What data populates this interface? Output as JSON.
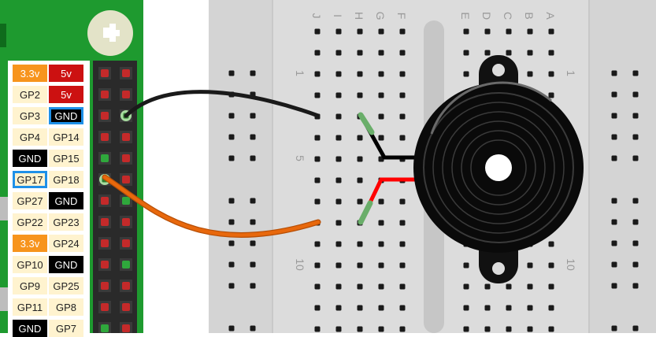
{
  "diagram": {
    "column_letters_left": [
      "J",
      "I",
      "H",
      "G",
      "F"
    ],
    "column_letters_right": [
      "E",
      "D",
      "C",
      "B",
      "A"
    ],
    "row_numbers": [
      "1",
      "5",
      "10"
    ],
    "header_labels": [
      [
        "3.3v",
        "5v"
      ],
      [
        "GP2",
        "5v"
      ],
      [
        "GP3",
        "GND"
      ],
      [
        "GP4",
        "GP14"
      ],
      [
        "GND",
        "GP15"
      ],
      [
        "GP17",
        "GP18"
      ],
      [
        "GP27",
        "GND"
      ],
      [
        "GP22",
        "GP23"
      ],
      [
        "3.3v",
        "GP24"
      ],
      [
        "GP10",
        "GND"
      ],
      [
        "GP9",
        "GP25"
      ],
      [
        "GP11",
        "GP8"
      ],
      [
        "GND",
        "GP7"
      ]
    ],
    "wire_colors": {
      "ground": "#1a1a1a",
      "signal": "#e8680c",
      "buzzer_negative": "#000000",
      "buzzer_positive": "#ff0000"
    },
    "board_color": "#1e9a2f"
  }
}
